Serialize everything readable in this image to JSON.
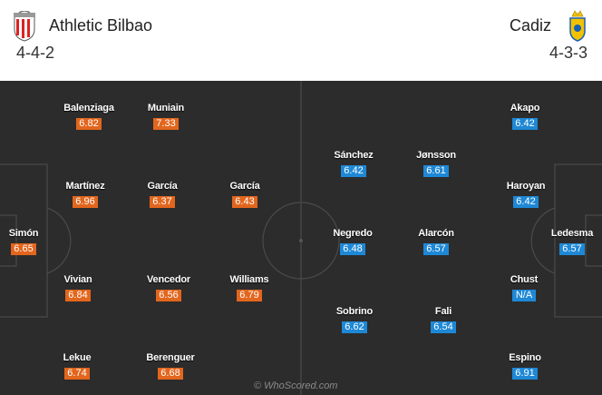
{
  "home": {
    "name": "Athletic Bilbao",
    "formation": "4-4-2",
    "players": [
      {
        "name": "Balenziaga",
        "rating": "6.82"
      },
      {
        "name": "Muniain",
        "rating": "7.33"
      },
      {
        "name": "Martínez",
        "rating": "6.96"
      },
      {
        "name": "García",
        "rating": "6.37"
      },
      {
        "name": "García",
        "rating": "6.43"
      },
      {
        "name": "Simón",
        "rating": "6.65"
      },
      {
        "name": "Vivian",
        "rating": "6.84"
      },
      {
        "name": "Vencedor",
        "rating": "6.56"
      },
      {
        "name": "Williams",
        "rating": "6.79"
      },
      {
        "name": "Lekue",
        "rating": "6.74"
      },
      {
        "name": "Berenguer",
        "rating": "6.68"
      }
    ]
  },
  "away": {
    "name": "Cadiz",
    "formation": "4-3-3",
    "players": [
      {
        "name": "Akapo",
        "rating": "6.42"
      },
      {
        "name": "Sánchez",
        "rating": "6.42"
      },
      {
        "name": "Jønsson",
        "rating": "6.61"
      },
      {
        "name": "Haroyan",
        "rating": "6.42"
      },
      {
        "name": "Negredo",
        "rating": "6.48"
      },
      {
        "name": "Alarcón",
        "rating": "6.57"
      },
      {
        "name": "Ledesma",
        "rating": "6.57"
      },
      {
        "name": "Chust",
        "rating": "N/A"
      },
      {
        "name": "Sobrino",
        "rating": "6.62"
      },
      {
        "name": "Fali",
        "rating": "6.54"
      },
      {
        "name": "Espino",
        "rating": "6.91"
      }
    ]
  },
  "watermark": "© WhoScored.com",
  "colors": {
    "home_rating": "#e2661d",
    "away_rating": "#1e88d6",
    "pitch": "#2c2c2c"
  },
  "icons": {
    "home_crest": "athletic-bilbao-crest-icon",
    "away_crest": "cadiz-crest-icon"
  }
}
